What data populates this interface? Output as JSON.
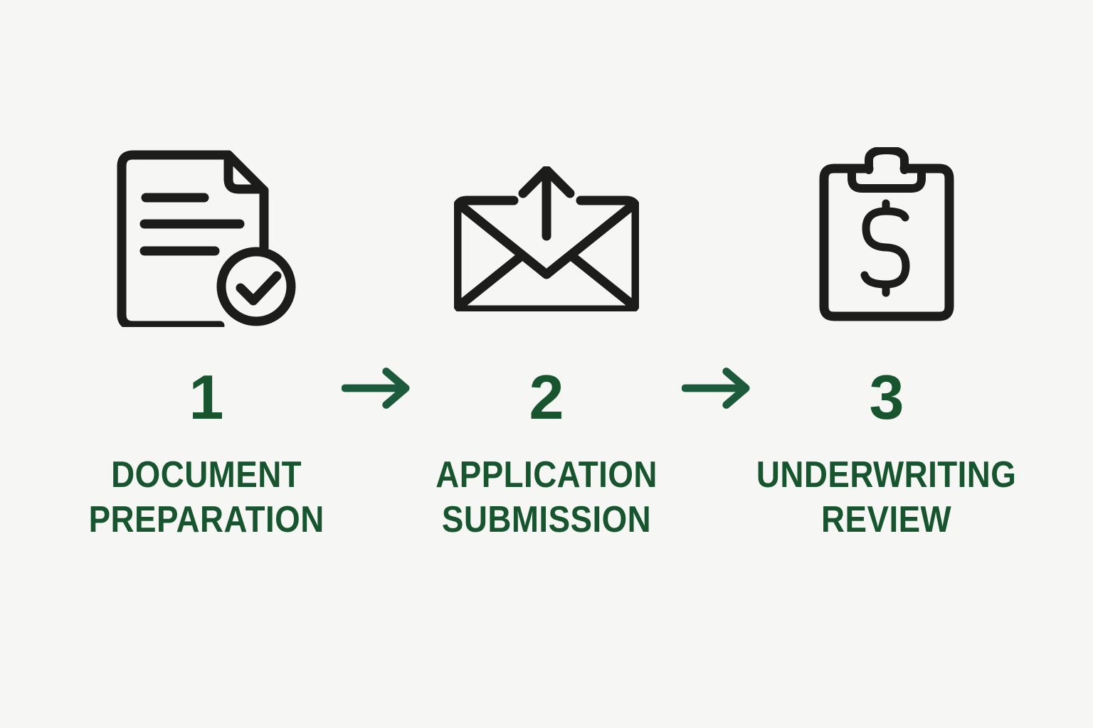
{
  "diagram": {
    "title": "loan application process steps",
    "background_color": "#f6f6f5",
    "text_color": "#17552f",
    "arrow_color": "#1b5a3b",
    "icon_stroke_color": "#1c1c1a",
    "steps": [
      {
        "number": "1",
        "label": "DOCUMENT\nPREPARATION",
        "icon": "document-check-icon"
      },
      {
        "number": "2",
        "label": "APPLICATION\nSUBMISSION",
        "icon": "envelope-upload-icon"
      },
      {
        "number": "3",
        "label": "UNDERWRITING\nREVIEW",
        "icon": "clipboard-dollar-icon"
      }
    ],
    "connectors": [
      {
        "icon": "arrow-right-icon"
      },
      {
        "icon": "arrow-right-icon"
      }
    ]
  }
}
